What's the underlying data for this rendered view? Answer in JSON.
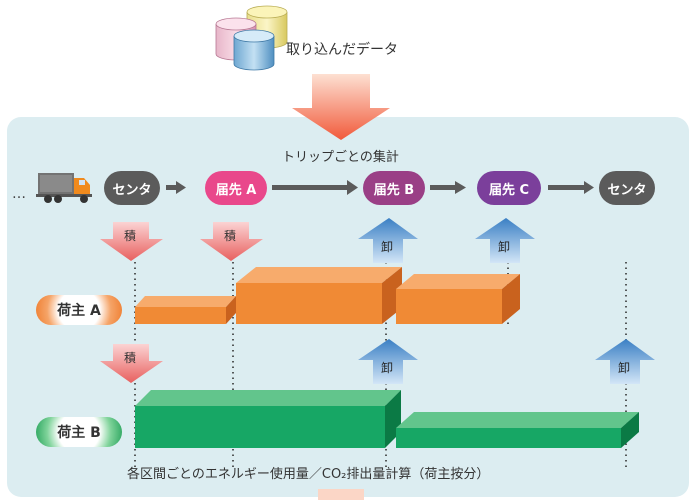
{
  "title": {
    "imported": "取り込んだデータ",
    "trip": "トリップごとの集計",
    "bottom": "各区間ごとのエネルギー使用量／CO₂排出量計算（荷主按分）"
  },
  "route": {
    "start_dots": "…",
    "nodes": [
      "センタ",
      "届先 A",
      "届先 B",
      "届先 C",
      "センタ"
    ]
  },
  "markers": {
    "load": "積",
    "unload": "卸"
  },
  "shippers": {
    "a": "荷主 A",
    "b": "荷主 B"
  },
  "colors": {
    "panel": "#dcedf1",
    "orange": "#f08a35",
    "green": "#17a765",
    "load_arrow": "#ee6a6a",
    "unload_arrow": "#3a7fc4"
  }
}
